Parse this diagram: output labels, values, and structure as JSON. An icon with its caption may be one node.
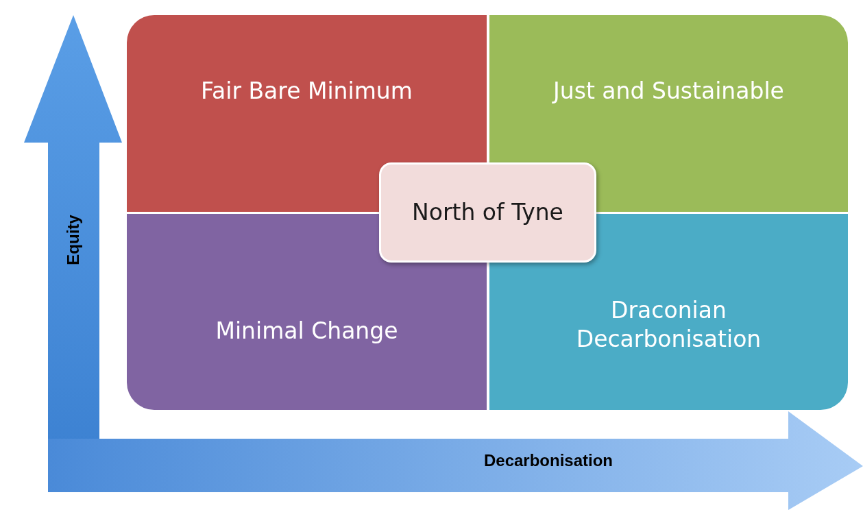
{
  "diagram": {
    "nodes": [
      {
        "text": [
          "Fair Bare Minimum"
        ]
      },
      {
        "text": [
          "Just and Sustainable"
        ]
      },
      {
        "text": [
          "Minimal Change"
        ]
      },
      {
        "text": [
          "Draconian Decarbonisation"
        ]
      },
      {
        "text": [
          "North of Tyne"
        ]
      }
    ],
    "edges": [],
    "labels": [
      "Equity",
      "Decarbonisation"
    ]
  }
}
